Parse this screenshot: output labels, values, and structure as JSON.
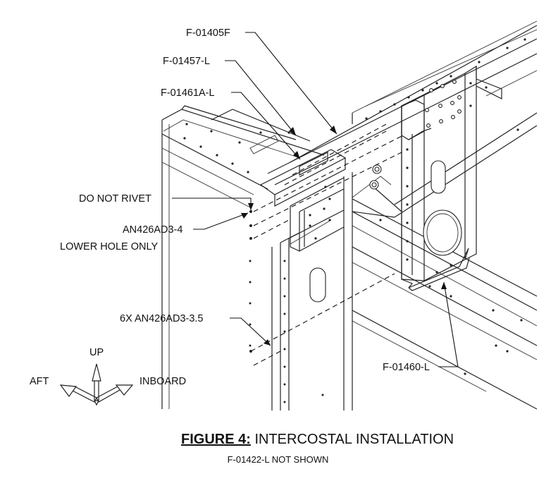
{
  "callouts": {
    "f01405f": "F-01405F",
    "f01457l": "F-01457-L",
    "f01461al": "F-01461A-L",
    "do_not_rivet": "DO NOT RIVET",
    "an426_rivet_line1": "AN426AD3-4",
    "an426_rivet_line2": "LOWER HOLE ONLY",
    "six_rivets": "6X AN426AD3-3.5",
    "f01460l": "F-01460-L"
  },
  "orientation": {
    "up": "UP",
    "aft": "AFT",
    "inboard": "INBOARD"
  },
  "caption": {
    "figure_label": "FIGURE 4:",
    "title": " INTERCOSTAL INSTALLATION",
    "note": "F-01422-L NOT SHOWN"
  }
}
